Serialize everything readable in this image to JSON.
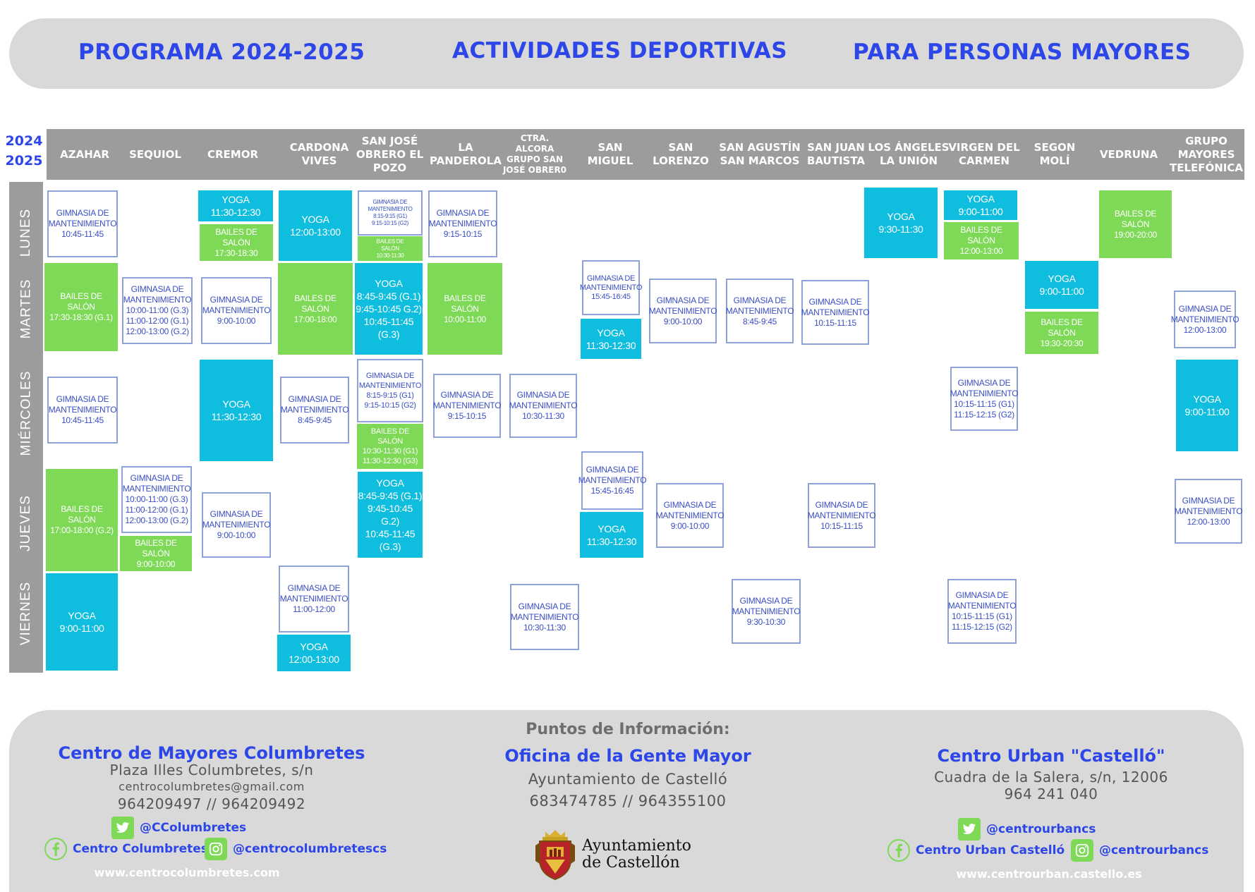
{
  "banner": {
    "left": "PROGRAMA 2024-2025",
    "center": "ACTIVIDADES DEPORTIVAS",
    "right": "PARA PERSONAS MAYORES"
  },
  "year": {
    "line1": "2024",
    "line2": "2025"
  },
  "centers": [
    "AZAHAR",
    "SEQUIOL",
    "CREMOR",
    "CARDONA\nVIVES",
    "SAN JOSÉ\nOBRERO EL\nPOZO",
    "LA\nPANDEROLA",
    "CTRA.\nALCORA\nGRUPO SAN\nJOSÉ OBRER0",
    "SAN\nMIGUEL",
    "SAN\nLORENZO",
    "SAN AGUSTÍN\nSAN MARCOS",
    "SAN  JUAN\nBAUTISTA",
    "LOS ÁNGELES\nLA UNIÓN",
    "VIRGEN DEL\nCARMEN",
    "SEGON\nMOLÍ",
    "VEDRUNA",
    "GRUPO\nMAYORES\nTELEFÓNICA"
  ],
  "days": [
    "LUNES",
    "MARTES",
    "MIÉRCOLES",
    "JUEVES",
    "VIERNES"
  ],
  "activities": {
    "lun_azahar": "GIMNASIA DE\nMANTENIMIENTO\n10:45-11:45",
    "lun_cremor_yoga": "YOGA\n11:30-12:30",
    "lun_cremor_baile": "BAILES DE\nSALÓN\n17:30-18:30",
    "lun_cardona": "YOGA\n12:00-13:00",
    "lun_sanjose_gim": "GIMNASIA DE\nMANTENIMIENTO\n8:15-9:15 (G1)\n9:15-10:15 (G2)",
    "lun_sanjose_baile": "BAILES DE\nSALÓN\n10:30-11:30",
    "lun_panderola": "GIMNASIA DE\nMANTENIMIENTO\n9:15-10:15",
    "lun_angeles": "YOGA\n9:30-11:30",
    "lun_virgen_yoga": "YOGA\n9:00-11:00",
    "lun_virgen_baile": "BAILES DE\nSALÓN\n12:00-13:00",
    "lun_vedruna": "BAILES DE\nSALÓN\n19:00-20:00",
    "mar_azahar": "BAILES DE\nSALÓN\n17:30-18:30 (G.1)",
    "mar_sequiol": "GIMNASIA DE\nMANTENIMIENTO\n10:00-11:00 (G.3)\n11:00-12:00 (G.1)\n12:00-13:00 (G.2)",
    "mar_cremor": "GIMNASIA DE\nMANTENIMIENTO\n9:00-10:00",
    "mar_cardona": "BAILES DE\nSALÓN\n17:00-18:00",
    "mar_sanjose": "YOGA\n8:45-9:45 (G.1)\n9:45-10:45 G.2)\n10:45-11:45 (G.3)",
    "mar_panderola": "BAILES DE\nSALÓN\n10:00-11:00",
    "mar_sanmiguel_gim": "GIMNASIA DE\nMANTENIMIENTO\n15:45-16:45",
    "mar_sanmiguel_yoga": "YOGA\n11:30-12:30",
    "mar_sanlorenzo": "GIMNASIA DE\nMANTENIMIENTO\n9:00-10:00",
    "mar_sanagustin": "GIMNASIA DE\nMANTENIMIENTO\n8:45-9:45",
    "mar_sanjuan": "GIMNASIA DE\nMANTENIMIENTO\n10:15-11:15",
    "mar_segon_yoga": "YOGA\n9:00-11:00",
    "mar_segon_baile": "BAILES DE\nSALÓN\n19:30-20:30",
    "mar_telefonica": "GIMNASIA DE\nMANTENIMIENTO\n12:00-13:00",
    "mie_azahar": "GIMNASIA DE\nMANTENIMIENTO\n10:45-11:45",
    "mie_cremor": "YOGA\n11:30-12:30",
    "mie_cardona": "GIMNASIA DE\nMANTENIMIENTO\n8:45-9:45",
    "mie_sanjose_gim": "GIMNASIA DE\nMANTENIMIENTO\n8:15-9:15 (G1)\n9:15-10:15 (G2)",
    "mie_sanjose_baile": "BAILES DE\nSALÓN\n10:30-11:30 (G1)\n11:30-12:30 (G3)",
    "mie_panderola": "GIMNASIA DE\nMANTENIMIENTO\n9:15-10:15",
    "mie_ctra": "GIMNASIA DE\nMANTENIMIENTO\n10:30-11:30",
    "mie_virgen": "GIMNASIA DE\nMANTENIMIENTO\n10:15-11:15 (G1)\n11:15-12:15 (G2)",
    "mie_telefonica": "YOGA\n9:00-11:00",
    "jue_azahar": "BAILES DE\nSALÓN\n17:00-18:00 (G.2)",
    "jue_sequiol_gim": "GIMNASIA DE\nMANTENIMIENTO\n10:00-11:00 (G.3)\n11:00-12:00 (G.1)\n12:00-13:00 (G.2)",
    "jue_sequiol_baile": "BAILES DE\nSALÓN\n9:00-10:00",
    "jue_cremor": "GIMNASIA DE\nMANTENIMIENTO\n9:00-10:00",
    "jue_sanjose": "YOGA\n8:45-9:45 (G.1)\n9:45-10:45 G.2)\n10:45-11:45 (G.3)",
    "jue_sanmiguel_gim": "GIMNASIA DE\nMANTENIMIENTO\n15:45-16:45",
    "jue_sanmiguel_yoga": "YOGA\n11:30-12:30",
    "jue_sanlorenzo": "GIMNASIA DE\nMANTENIMIENTO\n9:00-10:00",
    "jue_sanjuan": "GIMNASIA DE\nMANTENIMIENTO\n10:15-11:15",
    "jue_telefonica": "GIMNASIA DE\nMANTENIMIENTO\n12:00-13:00",
    "vie_azahar": "YOGA\n9:00-11:00",
    "vie_cardona_gim": "GIMNASIA DE\nMANTENIMIENTO\n11:00-12:00",
    "vie_cardona_yoga": "YOGA\n12:00-13:00",
    "vie_ctra": "GIMNASIA DE\nMANTENIMIENTO\n10:30-11:30",
    "vie_sanagustin": "GIMNASIA DE\nMANTENIMIENTO\n9:30-10:30",
    "vie_virgen": "GIMNASIA DE\nMANTENIMIENTO\n10:15-11:15 (G1)\n11:15-12:15 (G2)"
  },
  "footer": {
    "info_title": "Puntos de Información:",
    "left": {
      "name": "Centro de Mayores Columbretes",
      "address": "Plaza Illes Columbretes, s/n",
      "email": "centrocolumbretes@gmail.com",
      "phones": "964209497 // 964209492",
      "twitter": "@CColumbretes",
      "facebook": "Centro Columbretes",
      "instagram": "@centrocolumbretescs",
      "web": "www.centrocolumbretes.com"
    },
    "center": {
      "name": "Oficina de la Gente Mayor",
      "org": "Ayuntamiento de Castelló",
      "phones": "683474785 // 964355100",
      "logo_line1": "Ayuntamiento",
      "logo_line2": "de Castellón"
    },
    "right": {
      "name": "Centro Urban \"Castelló\"",
      "address": "Cuadra de la Salera, s/n, 12006",
      "phone": "964 241 040",
      "twitter": "@centrourbancs",
      "facebook": "Centro Urban Castelló",
      "instagram": "@centrourbancs",
      "web": "www.centrourban.castello.es"
    }
  },
  "colors": {
    "title_blue": "#2d46e8",
    "header_grey": "#9c9c9c",
    "yoga": "#0fbddf",
    "bailes": "#7ed957",
    "gimnasia_border": "#8fa2d8"
  }
}
